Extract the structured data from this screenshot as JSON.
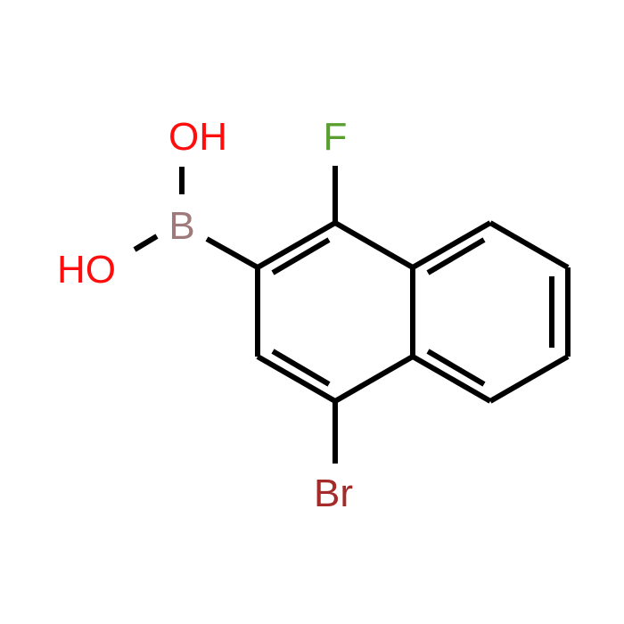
{
  "molecule": {
    "atoms": {
      "oh_top": {
        "label": "OH",
        "color": "#ff0d0d"
      },
      "ho_left": {
        "label": "HO",
        "color": "#ff0d0d"
      },
      "boron": {
        "label": "B",
        "color": "#9e7a7a"
      },
      "fluorine": {
        "label": "F",
        "color": "#5a9e2f"
      },
      "bromine": {
        "label": "Br",
        "color": "#a52a2a"
      }
    },
    "bond_color": "#000000"
  }
}
